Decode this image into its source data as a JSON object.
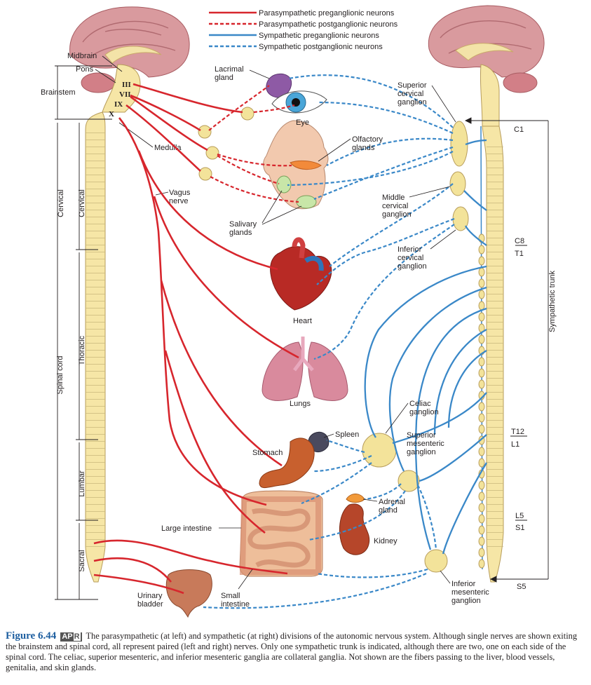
{
  "legend": {
    "para_pre": "Parasympathetic preganglionic neurons",
    "para_post": "Parasympathetic postganglionic neurons",
    "symp_pre": "Sympathetic preganglionic neurons",
    "symp_post": "Sympathetic postganglionic neurons"
  },
  "colors": {
    "parasympathetic": "#d7262d",
    "sympathetic": "#3a88c8",
    "cord": "#f6e6a6",
    "ganglion": "#f3e39a"
  },
  "left_labels": {
    "midbrain": "Midbrain",
    "pons": "Pons",
    "brainstem": "Brainstem",
    "medulla": "Medulla",
    "vagus_1": "Vagus",
    "vagus_2": "nerve",
    "cervical": "Cervical",
    "thoracic": "Thoracic",
    "lumbar": "Lumbar",
    "sacral": "Sacral",
    "spinal_cord": "Spinal cord"
  },
  "cranial_nerves": {
    "iii": "III",
    "vii": "VII",
    "ix": "IX",
    "x": "X"
  },
  "organ_labels": {
    "lacrimal_1": "Lacrimal",
    "lacrimal_2": "gland",
    "eye": "Eye",
    "olfactory_1": "Olfactory",
    "olfactory_2": "glands",
    "salivary_1": "Salivary",
    "salivary_2": "glands",
    "heart": "Heart",
    "lungs": "Lungs",
    "spleen": "Spleen",
    "stomach": "Stomach",
    "large_intestine": "Large intestine",
    "adrenal_1": "Adrenal",
    "adrenal_2": "gland",
    "kidney": "Kidney",
    "small_1": "Small",
    "small_2": "intestine",
    "bladder_1": "Urinary",
    "bladder_2": "bladder"
  },
  "ganglion_labels": {
    "superior_1": "Superior",
    "superior_2": "cervical",
    "superior_3": "ganglion",
    "middle_1": "Middle",
    "middle_2": "cervical",
    "middle_3": "ganglion",
    "inferior_1": "Inferior",
    "inferior_2": "cervical",
    "inferior_3": "ganglion",
    "celiac_1": "Celiac",
    "celiac_2": "ganglion",
    "supmes_1": "Superior",
    "supmes_2": "mesenteric",
    "supmes_3": "ganglion",
    "infmes_1": "Inferior",
    "infmes_2": "mesenteric",
    "infmes_3": "ganglion"
  },
  "right_labels": {
    "c1": "C1",
    "c8": "C8",
    "t1": "T1",
    "t12": "T12",
    "l1": "L1",
    "l5": "L5",
    "s1": "S1",
    "s5": "S5",
    "sympathetic_trunk": "Sympathetic trunk"
  },
  "caption": {
    "figure": "Figure 6.44",
    "apr_a": "AP",
    "apr_r": "R",
    "text": "The parasympathetic (at left) and sympathetic (at right) divisions of the autonomic nervous system. Although single nerves are shown exiting the brainstem and spinal cord, all represent paired (left and right) nerves. Only one sympathetic trunk is indicated, although there are two, one on each side of the spinal cord. The celiac, superior mesenteric, and inferior mesenteric ganglia are collateral ganglia. Not shown are the fibers passing to the liver, blood vessels, genitalia, and skin glands."
  }
}
